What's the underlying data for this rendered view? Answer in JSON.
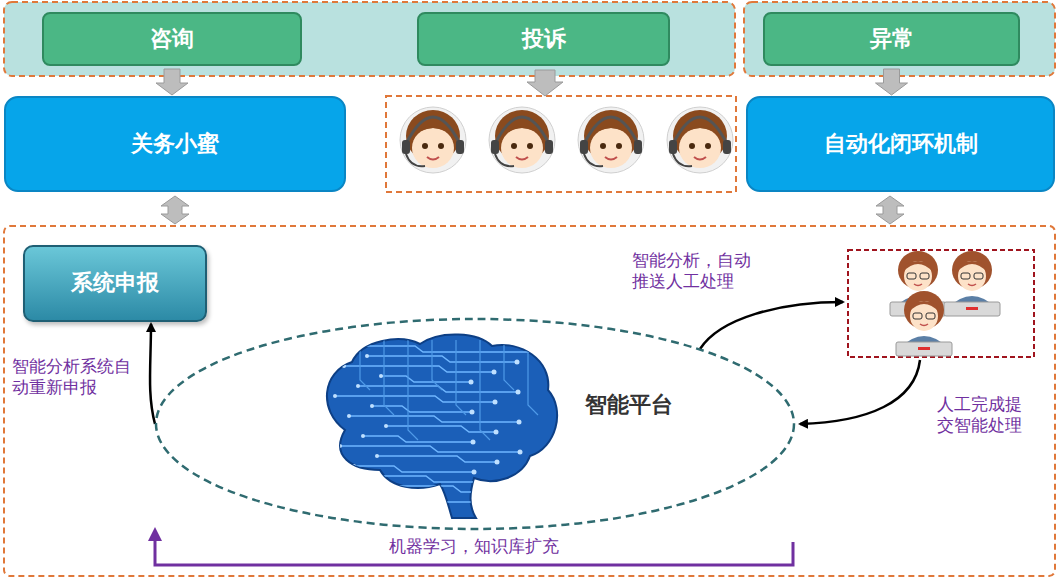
{
  "diagram": {
    "nodes": [
      {
        "text": [
          "咨询"
        ]
      },
      {
        "text": [
          "投诉"
        ]
      },
      {
        "text": [
          "异常"
        ]
      },
      {
        "text": [
          "关务小蜜"
        ]
      },
      {
        "text": [
          "自动化闭环机制"
        ]
      },
      {
        "text": [
          "系统申报"
        ]
      },
      {
        "text": [
          "智能平台"
        ]
      }
    ],
    "edges": [
      {
        "from": 0,
        "to": 3,
        "arrow": "to"
      },
      {
        "from": 2,
        "to": 4,
        "arrow": "to"
      },
      {
        "from": 6,
        "to": 5,
        "arrow": "to",
        "label": "智能分析系统自动重新申报"
      }
    ],
    "labels": [
      "智能分析，自动推送人工处理",
      "人工完成提交智能处理",
      "机器学习，知识库扩充"
    ]
  }
}
